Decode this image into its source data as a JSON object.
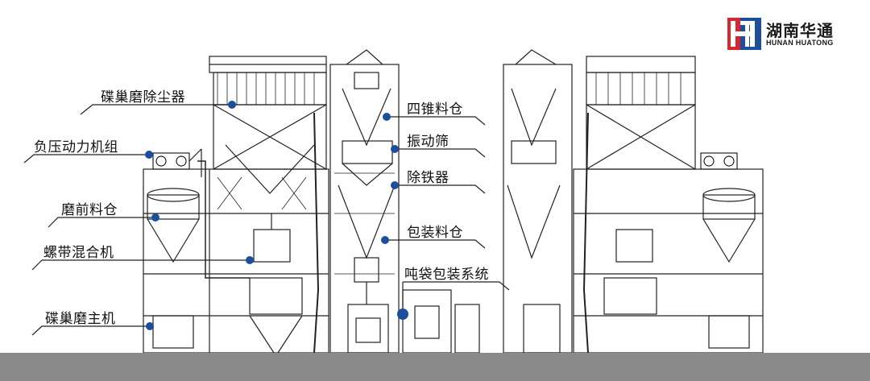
{
  "brand": {
    "name_cn": "湖南华通",
    "name_en": "HUNAN HUATONG",
    "colors": {
      "red": "#d7262e",
      "blue": "#1b4f9c"
    }
  },
  "callouts": [
    {
      "id": "disc-mill-dust-collector",
      "text": "碟巢磨除尘器"
    },
    {
      "id": "negative-pressure-unit",
      "text": "负压动力机组"
    },
    {
      "id": "pre-mill-silo",
      "text": "磨前料仓"
    },
    {
      "id": "ribbon-mixer",
      "text": "螺带混合机"
    },
    {
      "id": "disc-mill-main",
      "text": "碟巢磨主机"
    },
    {
      "id": "four-cone-silo",
      "text": "四锥料仓"
    },
    {
      "id": "vibrating-screen",
      "text": "振动筛"
    },
    {
      "id": "iron-remover",
      "text": "除铁器"
    },
    {
      "id": "packing-silo",
      "text": "包装料仓"
    },
    {
      "id": "ton-bag-system",
      "text": "吨袋包装系统"
    }
  ],
  "colors": {
    "callout_dot": "#1b4f9c",
    "line": "#222222",
    "ground": "#8a8a8a"
  }
}
